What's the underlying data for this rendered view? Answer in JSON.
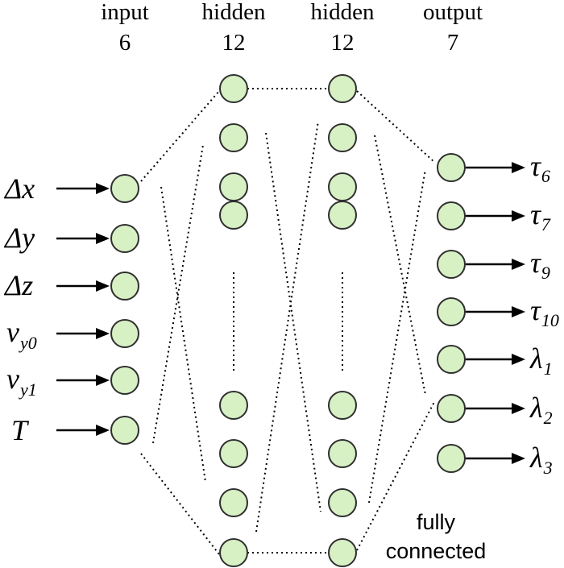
{
  "layers": [
    {
      "name": "input",
      "count": "6"
    },
    {
      "name": "hidden",
      "count": "12"
    },
    {
      "name": "hidden",
      "count": "12"
    },
    {
      "name": "output",
      "count": "7"
    }
  ],
  "inputs": [
    {
      "base": "Δx",
      "sub": ""
    },
    {
      "base": "Δy",
      "sub": ""
    },
    {
      "base": "Δz",
      "sub": ""
    },
    {
      "base": "v",
      "sub": "y0"
    },
    {
      "base": "v",
      "sub": "y1"
    },
    {
      "base": "T",
      "sub": ""
    }
  ],
  "outputs": [
    {
      "base": "τ",
      "sub": "6"
    },
    {
      "base": "τ",
      "sub": "7"
    },
    {
      "base": "τ",
      "sub": "9"
    },
    {
      "base": "τ",
      "sub": "10"
    },
    {
      "base": "λ",
      "sub": "1"
    },
    {
      "base": "λ",
      "sub": "2"
    },
    {
      "base": "λ",
      "sub": "3"
    }
  ],
  "note": {
    "line1": "fully",
    "line2": "connected"
  },
  "colors": {
    "node_fill": "#d7f0c4",
    "node_stroke": "#2f2f2f",
    "line": "#000000"
  }
}
